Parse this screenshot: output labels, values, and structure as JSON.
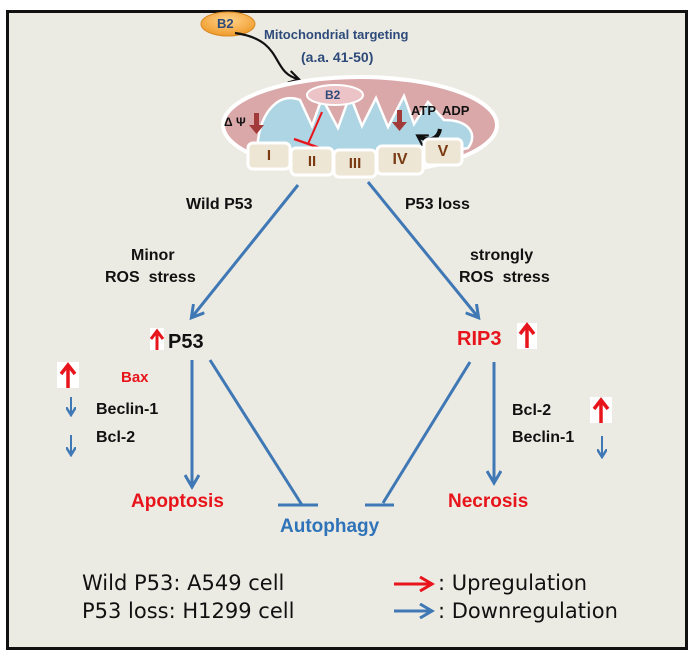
{
  "diagram": {
    "mitochondrion": {
      "b2_label_outside": "B2",
      "targeting_label": "Mitochondrial targeting",
      "targeting_range": "(a.a. 41-50)",
      "b2_label_inside": "B2",
      "delta_psi": "Δ Ψ",
      "atp": "ATP",
      "adp": "ADP",
      "complexes": [
        "I",
        "II",
        "III",
        "IV",
        "V"
      ]
    },
    "left_branch": {
      "condition": "Wild P53",
      "stress_line1": "Minor",
      "stress_line2": "ROS  stress",
      "node": "P53",
      "markers": [
        {
          "name": "Bax",
          "direction": "up"
        },
        {
          "name": "Beclin-1",
          "direction": "down"
        },
        {
          "name": "Bcl-2",
          "direction": "down"
        }
      ],
      "outcome": "Apoptosis"
    },
    "right_branch": {
      "condition": "P53 loss",
      "stress_line1": "strongly",
      "stress_line2": "ROS  stress",
      "node": "RIP3",
      "markers": [
        {
          "name": "Bcl-2",
          "direction": "up"
        },
        {
          "name": "Beclin-1",
          "direction": "down"
        }
      ],
      "outcome": "Necrosis"
    },
    "center_outcome": "Autophagy",
    "cell_lines": [
      "Wild P53: A549 cell",
      "P53 loss: H1299 cell"
    ],
    "legend": [
      {
        "label": ": Upregulation",
        "color": "#e8141b"
      },
      {
        "label": ": Downregulation",
        "color": "#3f78b5"
      }
    ],
    "colors": {
      "up_red": "#e8141b",
      "down_blue": "#3f78b5",
      "autophagy_blue": "#2f73b8",
      "background": "#ecebe3"
    }
  }
}
